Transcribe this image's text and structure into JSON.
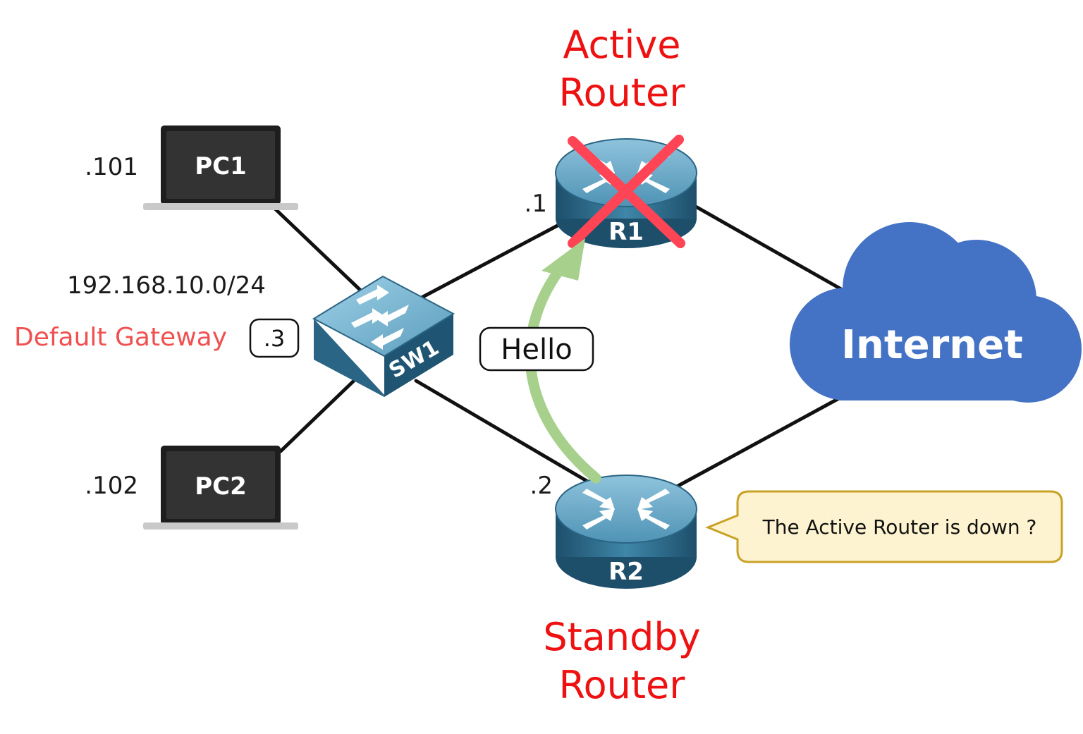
{
  "labels": {
    "active_role_line1": "Active",
    "active_role_line2": "Router",
    "standby_role_line1": "Standby",
    "standby_role_line2": "Router",
    "subnet": "192.168.10.0/24",
    "default_gateway_label": "Default Gateway",
    "default_gateway_ip": ".3",
    "hello_message": "Hello",
    "callout_text": "The Active Router is down ?"
  },
  "devices": {
    "pc1": {
      "name": "PC1",
      "ip": ".101"
    },
    "pc2": {
      "name": "PC2",
      "ip": ".102"
    },
    "sw1": {
      "name": "SW1"
    },
    "r1": {
      "name": "R1",
      "ip": ".1",
      "status": "down"
    },
    "r2": {
      "name": "R2",
      "ip": ".2",
      "status": "standby"
    },
    "internet": {
      "name": "Internet"
    }
  },
  "colors": {
    "role_text": "#ee1111",
    "gateway_text": "#f05050",
    "cloud": "#4472c4",
    "hello_arrow": "#a8d08d",
    "failure_cross": "#ff4455",
    "callout_fill": "#fdf3d0",
    "callout_border": "#c9a227",
    "device_body": "#3f7fa0"
  }
}
